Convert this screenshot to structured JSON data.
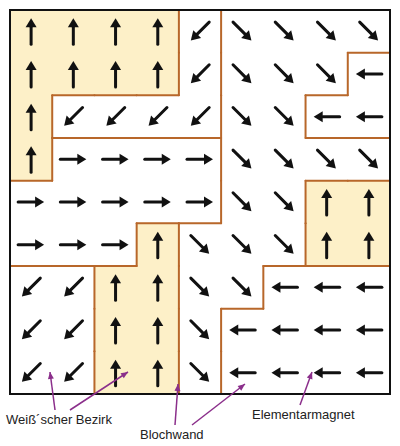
{
  "diagram": {
    "labels": [
      "Weiß´scher Bezirk",
      "Blochwand",
      "Elementarmagnet"
    ]
  }
}
